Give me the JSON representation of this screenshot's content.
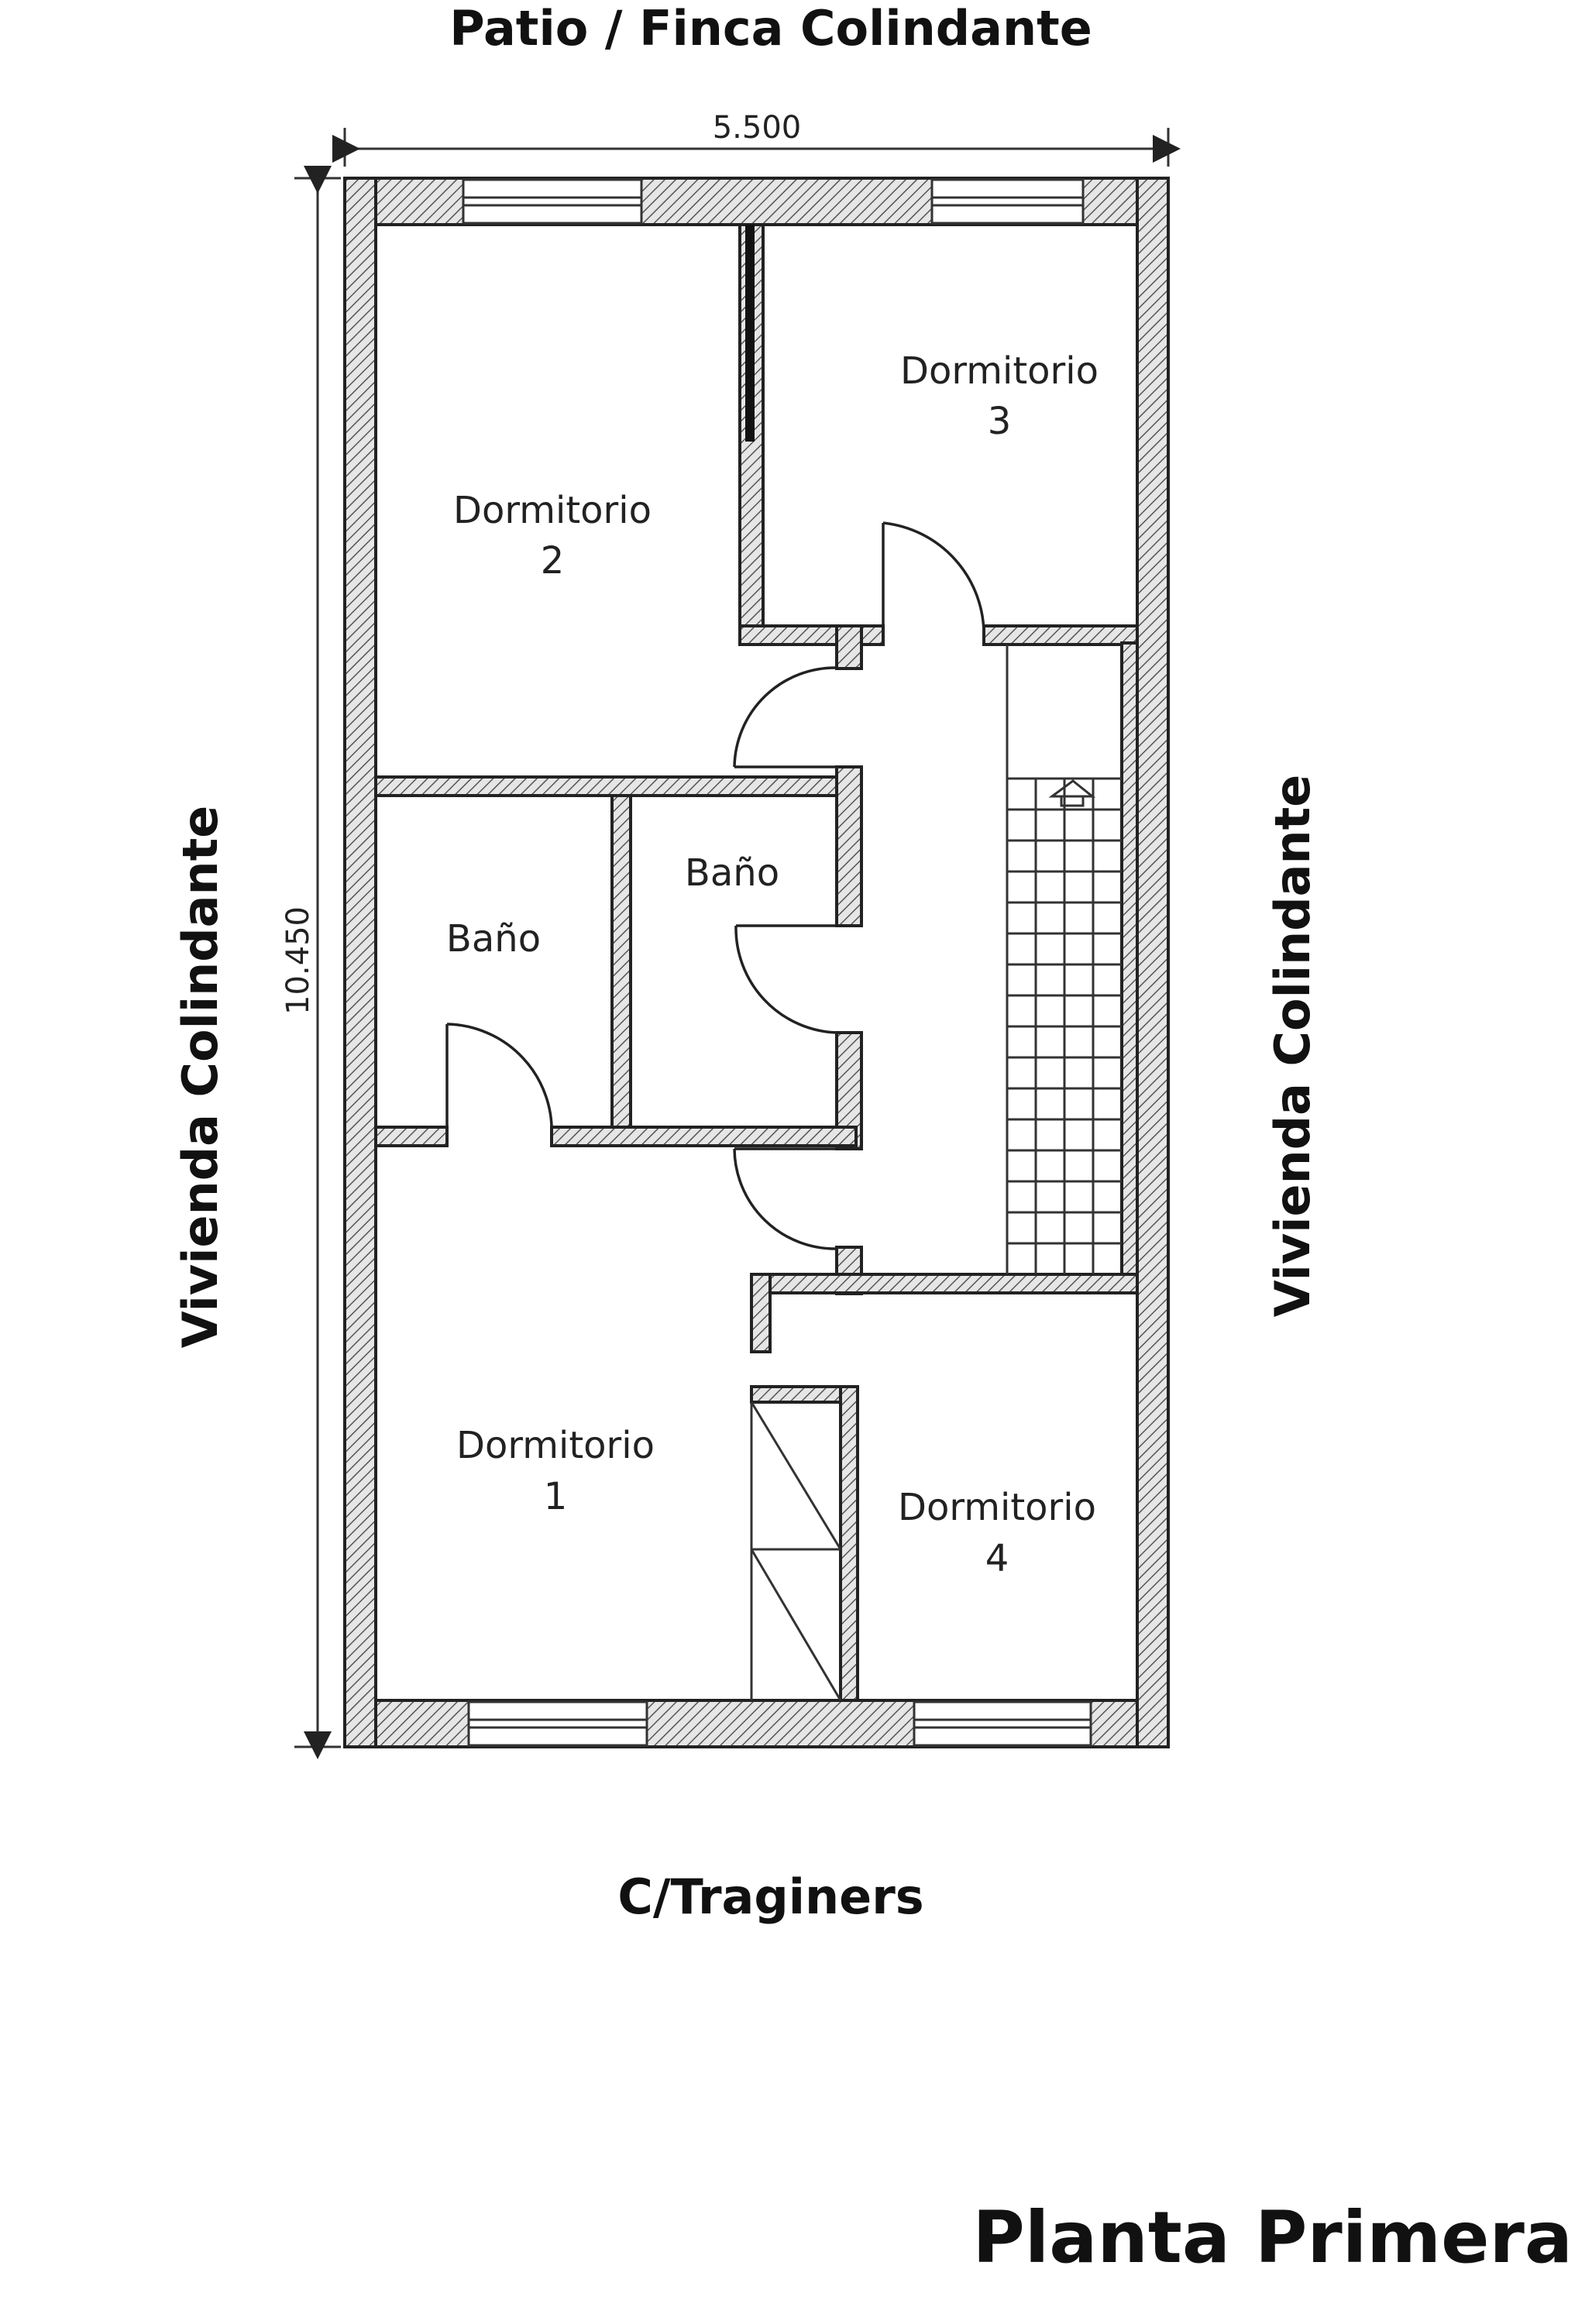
{
  "labels": {
    "top": "Patio / Finca Colindante",
    "bottom": "C/Traginers",
    "left": "Vivienda Colindante",
    "right": "Vivienda Colindante",
    "title": "Planta Primera"
  },
  "dimensions": {
    "width": "5.500",
    "height": "10.450"
  },
  "rooms": {
    "dorm3": {
      "name": "Dormitorio",
      "num": "3"
    },
    "dorm2": {
      "name": "Dormitorio",
      "num": "2"
    },
    "bano_left": {
      "name": "Baño"
    },
    "bano_center": {
      "name": "Baño"
    },
    "dorm1": {
      "name": "Dormitorio",
      "num": "1"
    },
    "dorm4": {
      "name": "Dormitorio",
      "num": "4"
    }
  },
  "colors": {
    "wall_hatch": "#555555",
    "line": "#222222",
    "background": "#ffffff"
  }
}
